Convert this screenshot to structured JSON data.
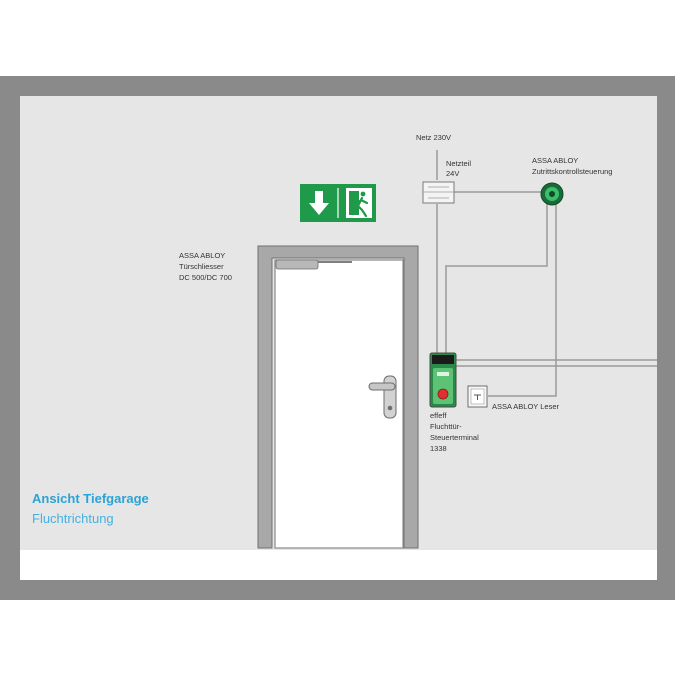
{
  "labels": {
    "netz": "Netz 230V",
    "netzteil_1": "Netzteil",
    "netzteil_2": "24V",
    "zk_1": "ASSA ABLOY",
    "zk_2": "Zutrittskontrollsteuerung",
    "ts_1": "ASSA ABLOY",
    "ts_2": "Türschliesser",
    "ts_3": "DC 500/DC 700",
    "leser": "ASSA ABLOY Leser",
    "term_1": "effeff",
    "term_2": "Fluchttür-",
    "term_3": "Steuerterminal",
    "term_4": "1338"
  },
  "caption": {
    "title": "Ansicht Tiefgarage",
    "subtitle": "Fluchtrichtung"
  },
  "colors": {
    "frame": "#8a8a8a",
    "wall": "#e6e6e6",
    "floor": "#ffffff",
    "sign_green": "#1f9a4a",
    "accent_blue": "#2aa3d6"
  },
  "icons": {
    "exit_sign": "emergency-exit-sign-icon",
    "door_handle": "door-handle-icon",
    "door_closer": "door-closer-icon",
    "power_supply": "power-supply-icon",
    "controller": "access-controller-icon",
    "terminal": "escape-door-terminal-icon",
    "reader": "card-reader-icon"
  }
}
